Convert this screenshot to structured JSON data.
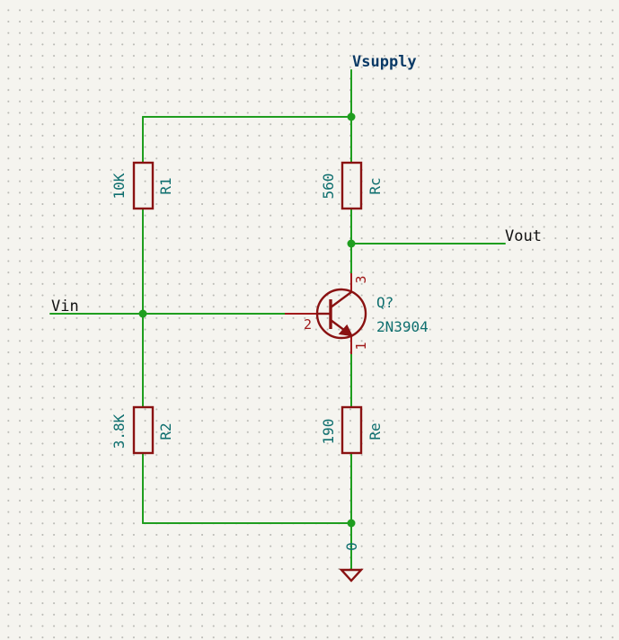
{
  "labels": {
    "vsupply": "Vsupply",
    "vin": "Vin",
    "vout": "Vout",
    "ground": "0"
  },
  "components": {
    "r1": {
      "ref": "R1",
      "value": "10K"
    },
    "r2": {
      "ref": "R2",
      "value": "3.8K"
    },
    "rc": {
      "ref": "Rc",
      "value": "560"
    },
    "re": {
      "ref": "Re",
      "value": "190"
    },
    "q": {
      "ref": "Q?",
      "value": "2N3904",
      "pins": {
        "collector": "3",
        "base": "2",
        "emitter": "1"
      }
    }
  },
  "colors": {
    "wire": "#1f9e1f",
    "component": "#8a1212",
    "reference_text": "#0f6f6f",
    "power_label": "#0b3a66"
  }
}
